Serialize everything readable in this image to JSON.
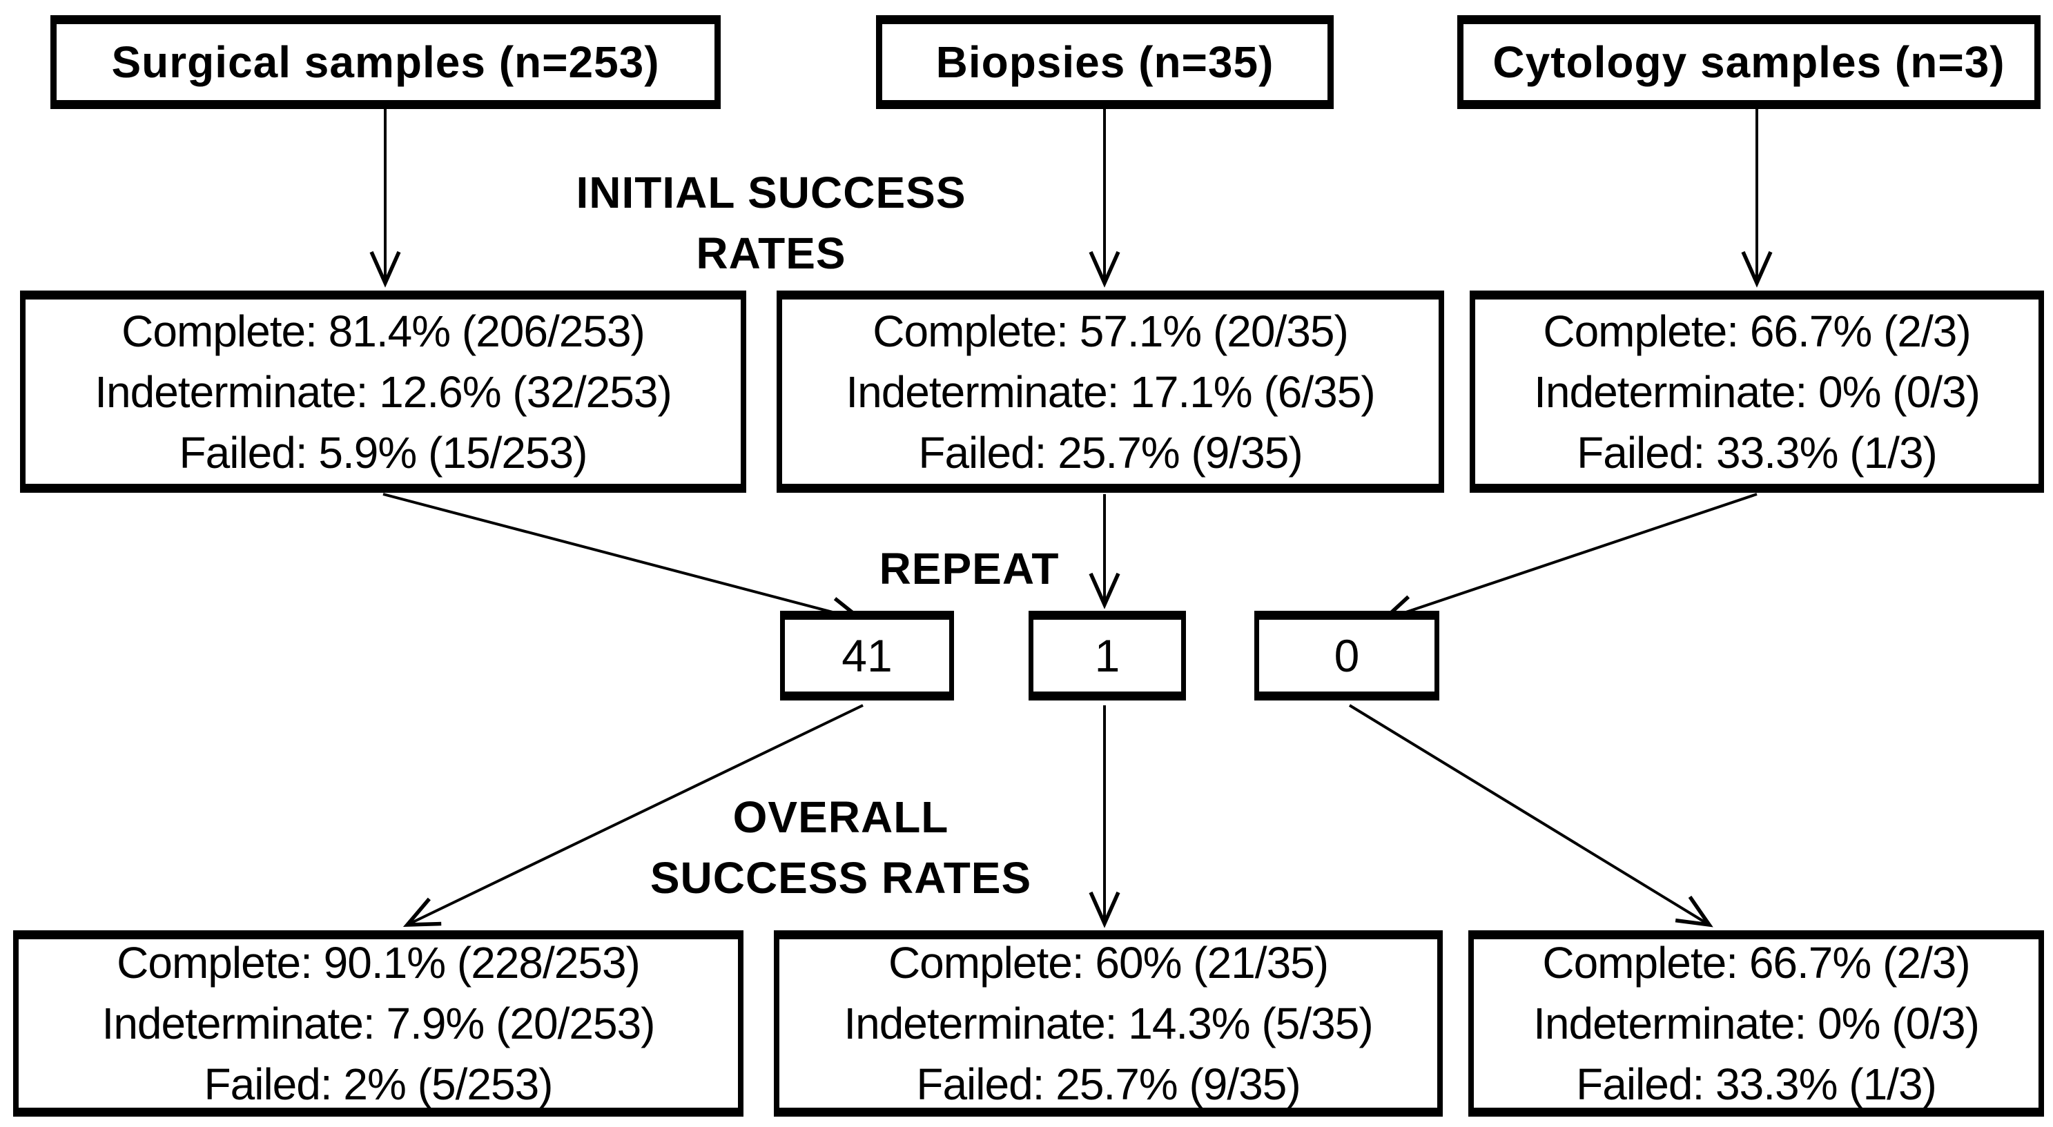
{
  "diagram": {
    "section_labels": {
      "initial_line1": "INITIAL SUCCESS",
      "initial_line2": "RATES",
      "repeat": "REPEAT",
      "overall_line1": "OVERALL",
      "overall_line2": "SUCCESS RATES"
    },
    "columns": [
      {
        "header": "Surgical samples (n=253)",
        "initial_rates": [
          "Complete: 81.4% (206/253)",
          "Indeterminate: 12.6% (32/253)",
          "Failed: 5.9% (15/253)"
        ],
        "repeat_count": "41",
        "overall_rates": [
          "Complete: 90.1% (228/253)",
          "Indeterminate: 7.9% (20/253)",
          "Failed: 2% (5/253)"
        ]
      },
      {
        "header": "Biopsies (n=35)",
        "initial_rates": [
          "Complete: 57.1% (20/35)",
          "Indeterminate: 17.1% (6/35)",
          "Failed: 25.7% (9/35)"
        ],
        "repeat_count": "1",
        "overall_rates": [
          "Complete: 60% (21/35)",
          "Indeterminate: 14.3% (5/35)",
          "Failed: 25.7% (9/35)"
        ]
      },
      {
        "header": "Cytology samples (n=3)",
        "initial_rates": [
          "Complete: 66.7% (2/3)",
          "Indeterminate: 0% (0/3)",
          "Failed: 33.3% (1/3)"
        ],
        "repeat_count": "0",
        "overall_rates": [
          "Complete: 66.7% (2/3)",
          "Indeterminate: 0% (0/3)",
          "Failed: 33.3% (1/3)"
        ]
      }
    ],
    "colors": {
      "background": "#ffffff",
      "line": "#000000",
      "box_fill": "#ffffff",
      "text": "#000000"
    }
  }
}
